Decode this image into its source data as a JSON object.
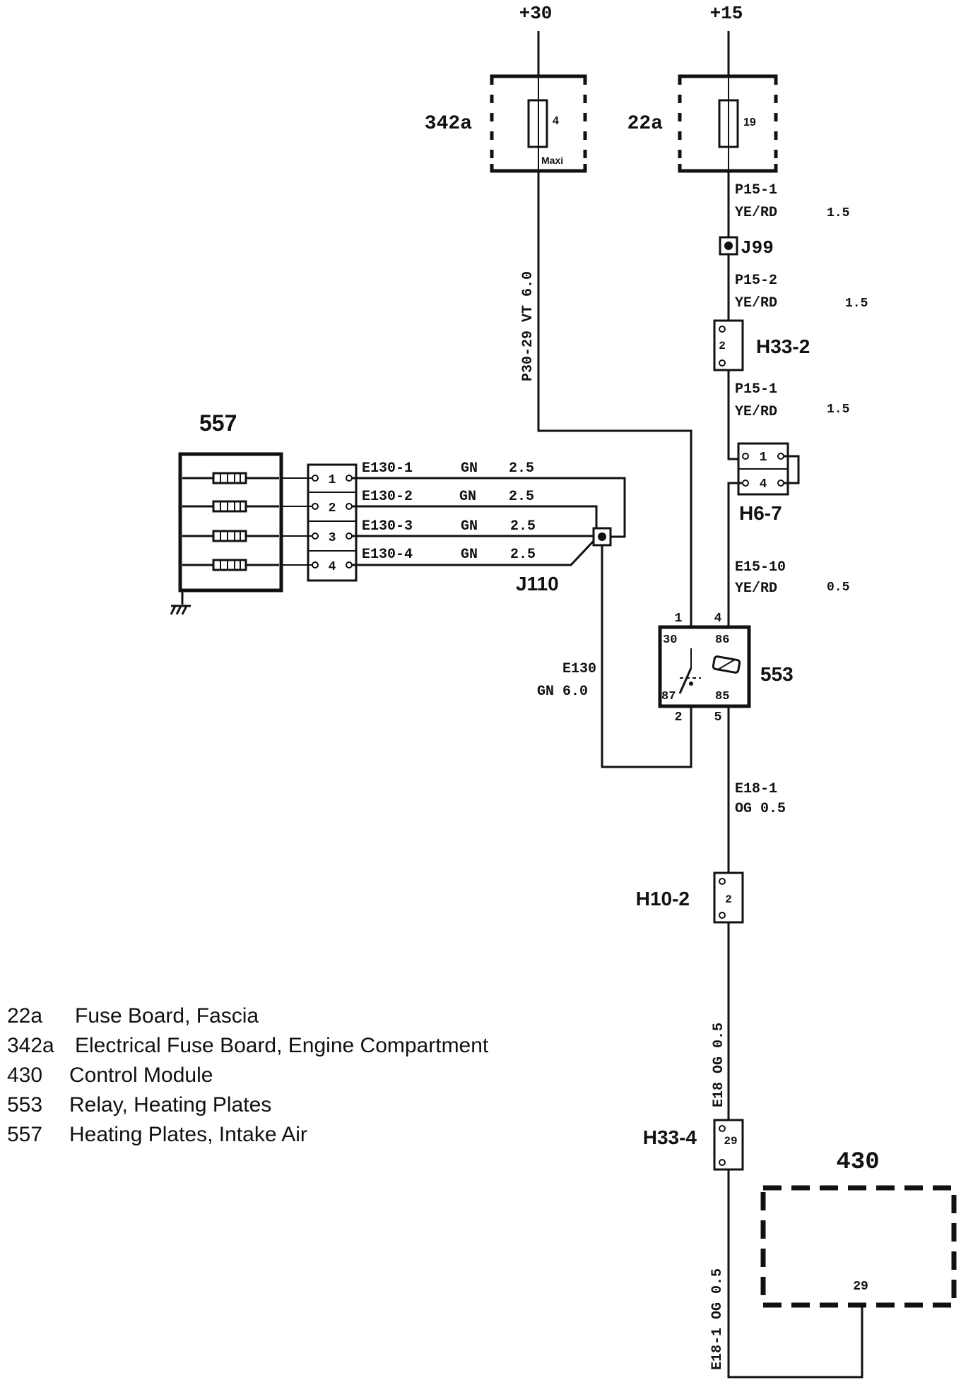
{
  "supplies": {
    "plus30": "+30",
    "plus15": "+15"
  },
  "fuses": {
    "f342a": {
      "ref": "342a",
      "number": "4",
      "type": "Maxi"
    },
    "f22a": {
      "ref": "22a",
      "number": "19"
    }
  },
  "wires": {
    "p15_1_top": {
      "id": "P15-1",
      "spec": "YE/RD",
      "size": "1.5"
    },
    "p15_2": {
      "id": "P15-2",
      "spec": "YE/RD",
      "size": "1.5"
    },
    "p15_1_mid": {
      "id": "P15-1",
      "spec": "YE/RD",
      "size": "1.5"
    },
    "p30_29": "P30-29  VT  6.0",
    "e130_1": {
      "id": "E130-1",
      "spec": "GN",
      "size": "2.5"
    },
    "e130_2": {
      "id": "E130-2",
      "spec": "GN",
      "size": "2.5"
    },
    "e130_3": {
      "id": "E130-3",
      "spec": "GN",
      "size": "2.5"
    },
    "e130_4": {
      "id": "E130-4",
      "spec": "GN",
      "size": "2.5"
    },
    "e130": {
      "id": "E130",
      "spec": "GN  6.0"
    },
    "e15_10": {
      "id": "E15-10",
      "spec": "YE/RD",
      "size": "0.5"
    },
    "e18_1_top": {
      "id": "E18-1",
      "spec": "OG  0.5"
    },
    "e18": "E18  OG  0.5",
    "e18_1_bottom": "E18-1  OG  0.5"
  },
  "junctions": {
    "j99": "J99",
    "j110": "J110"
  },
  "connectors": {
    "h33_2": {
      "ref": "H33-2",
      "pin": "2"
    },
    "h6_7": {
      "ref": "H6-7",
      "pin1": "1",
      "pin4": "4"
    },
    "h10_2": {
      "ref": "H10-2",
      "pin": "2"
    },
    "h33_4": {
      "ref": "H33-4",
      "pin": "29"
    }
  },
  "components": {
    "c557": {
      "ref": "557",
      "pins": [
        "1",
        "2",
        "3",
        "4"
      ]
    },
    "c553": {
      "ref": "553",
      "pin_top_left": "1",
      "pin_top_right": "4",
      "pin_bottom_left": "2",
      "pin_bottom_right": "5",
      "term_30": "30",
      "term_86": "86",
      "term_87": "87",
      "term_85": "85"
    },
    "c430": {
      "ref": "430",
      "pin": "29"
    }
  },
  "legend": [
    {
      "code": "22a",
      "text": "Fuse Board, Fascia"
    },
    {
      "code": "342a",
      "text": "Electrical Fuse Board, Engine Compartment"
    },
    {
      "code": "430",
      "text": "Control Module"
    },
    {
      "code": "553",
      "text": "Relay, Heating Plates"
    },
    {
      "code": "557",
      "text": "Heating Plates, Intake Air"
    }
  ]
}
